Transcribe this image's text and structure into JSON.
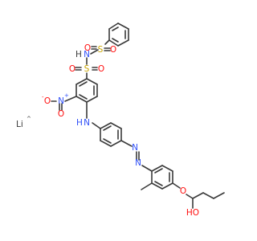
{
  "colors": {
    "bond": "#3a3a3a",
    "carbon": "#3a3a3a",
    "oxygen": "#ff0d0d",
    "nitrogen": "#3050f8",
    "sulfur": "#c8a400",
    "hydrogen_label": "#3a3a3a",
    "lithium": "#3a3a3a"
  },
  "atoms": {
    "sulfonyl_s_top": "S",
    "sulfonyl_o_top_left": "O",
    "sulfonyl_o_top_right": "O",
    "sulfonamide_nh": "N",
    "sulfonamide_nh_h": "H",
    "sulfonyl_s_lower": "S",
    "sulfonyl_o_lower_left": "O",
    "sulfonyl_o_lower_right": "O",
    "nitro_n": "N",
    "nitro_n_charge": "+",
    "nitro_o_minus": "O",
    "nitro_o_minus_charge": "-",
    "nitro_o_double": "O",
    "amine_n": "N",
    "amine_h": "H",
    "azo_n1": "N",
    "azo_n2": "N",
    "ether_o": "O",
    "hydroxyl": "HO"
  },
  "counter_ion": {
    "symbol": "Li",
    "mark": "^"
  }
}
